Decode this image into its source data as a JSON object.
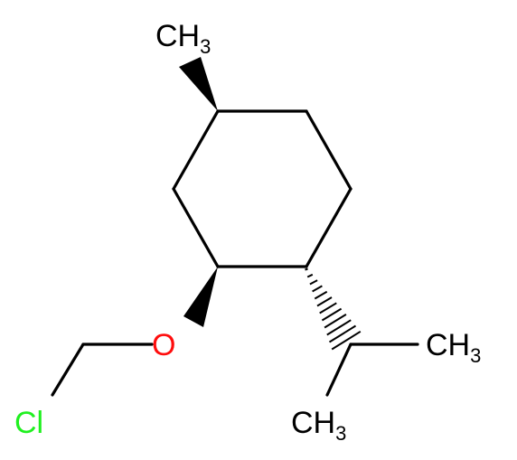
{
  "molecule": {
    "atoms": {
      "ch3_top": {
        "text": "CH",
        "sub": "3",
        "color": "#000000"
      },
      "ch3_right": {
        "text": "CH",
        "sub": "3",
        "color": "#000000"
      },
      "ch3_bottom": {
        "text": "CH",
        "sub": "3",
        "color": "#000000"
      },
      "oxygen": {
        "text": "O",
        "color": "#ff0d0d"
      },
      "chlorine": {
        "text": "Cl",
        "color": "#1ff01f"
      }
    },
    "colors": {
      "bond": "#000000",
      "background": "#ffffff"
    }
  }
}
